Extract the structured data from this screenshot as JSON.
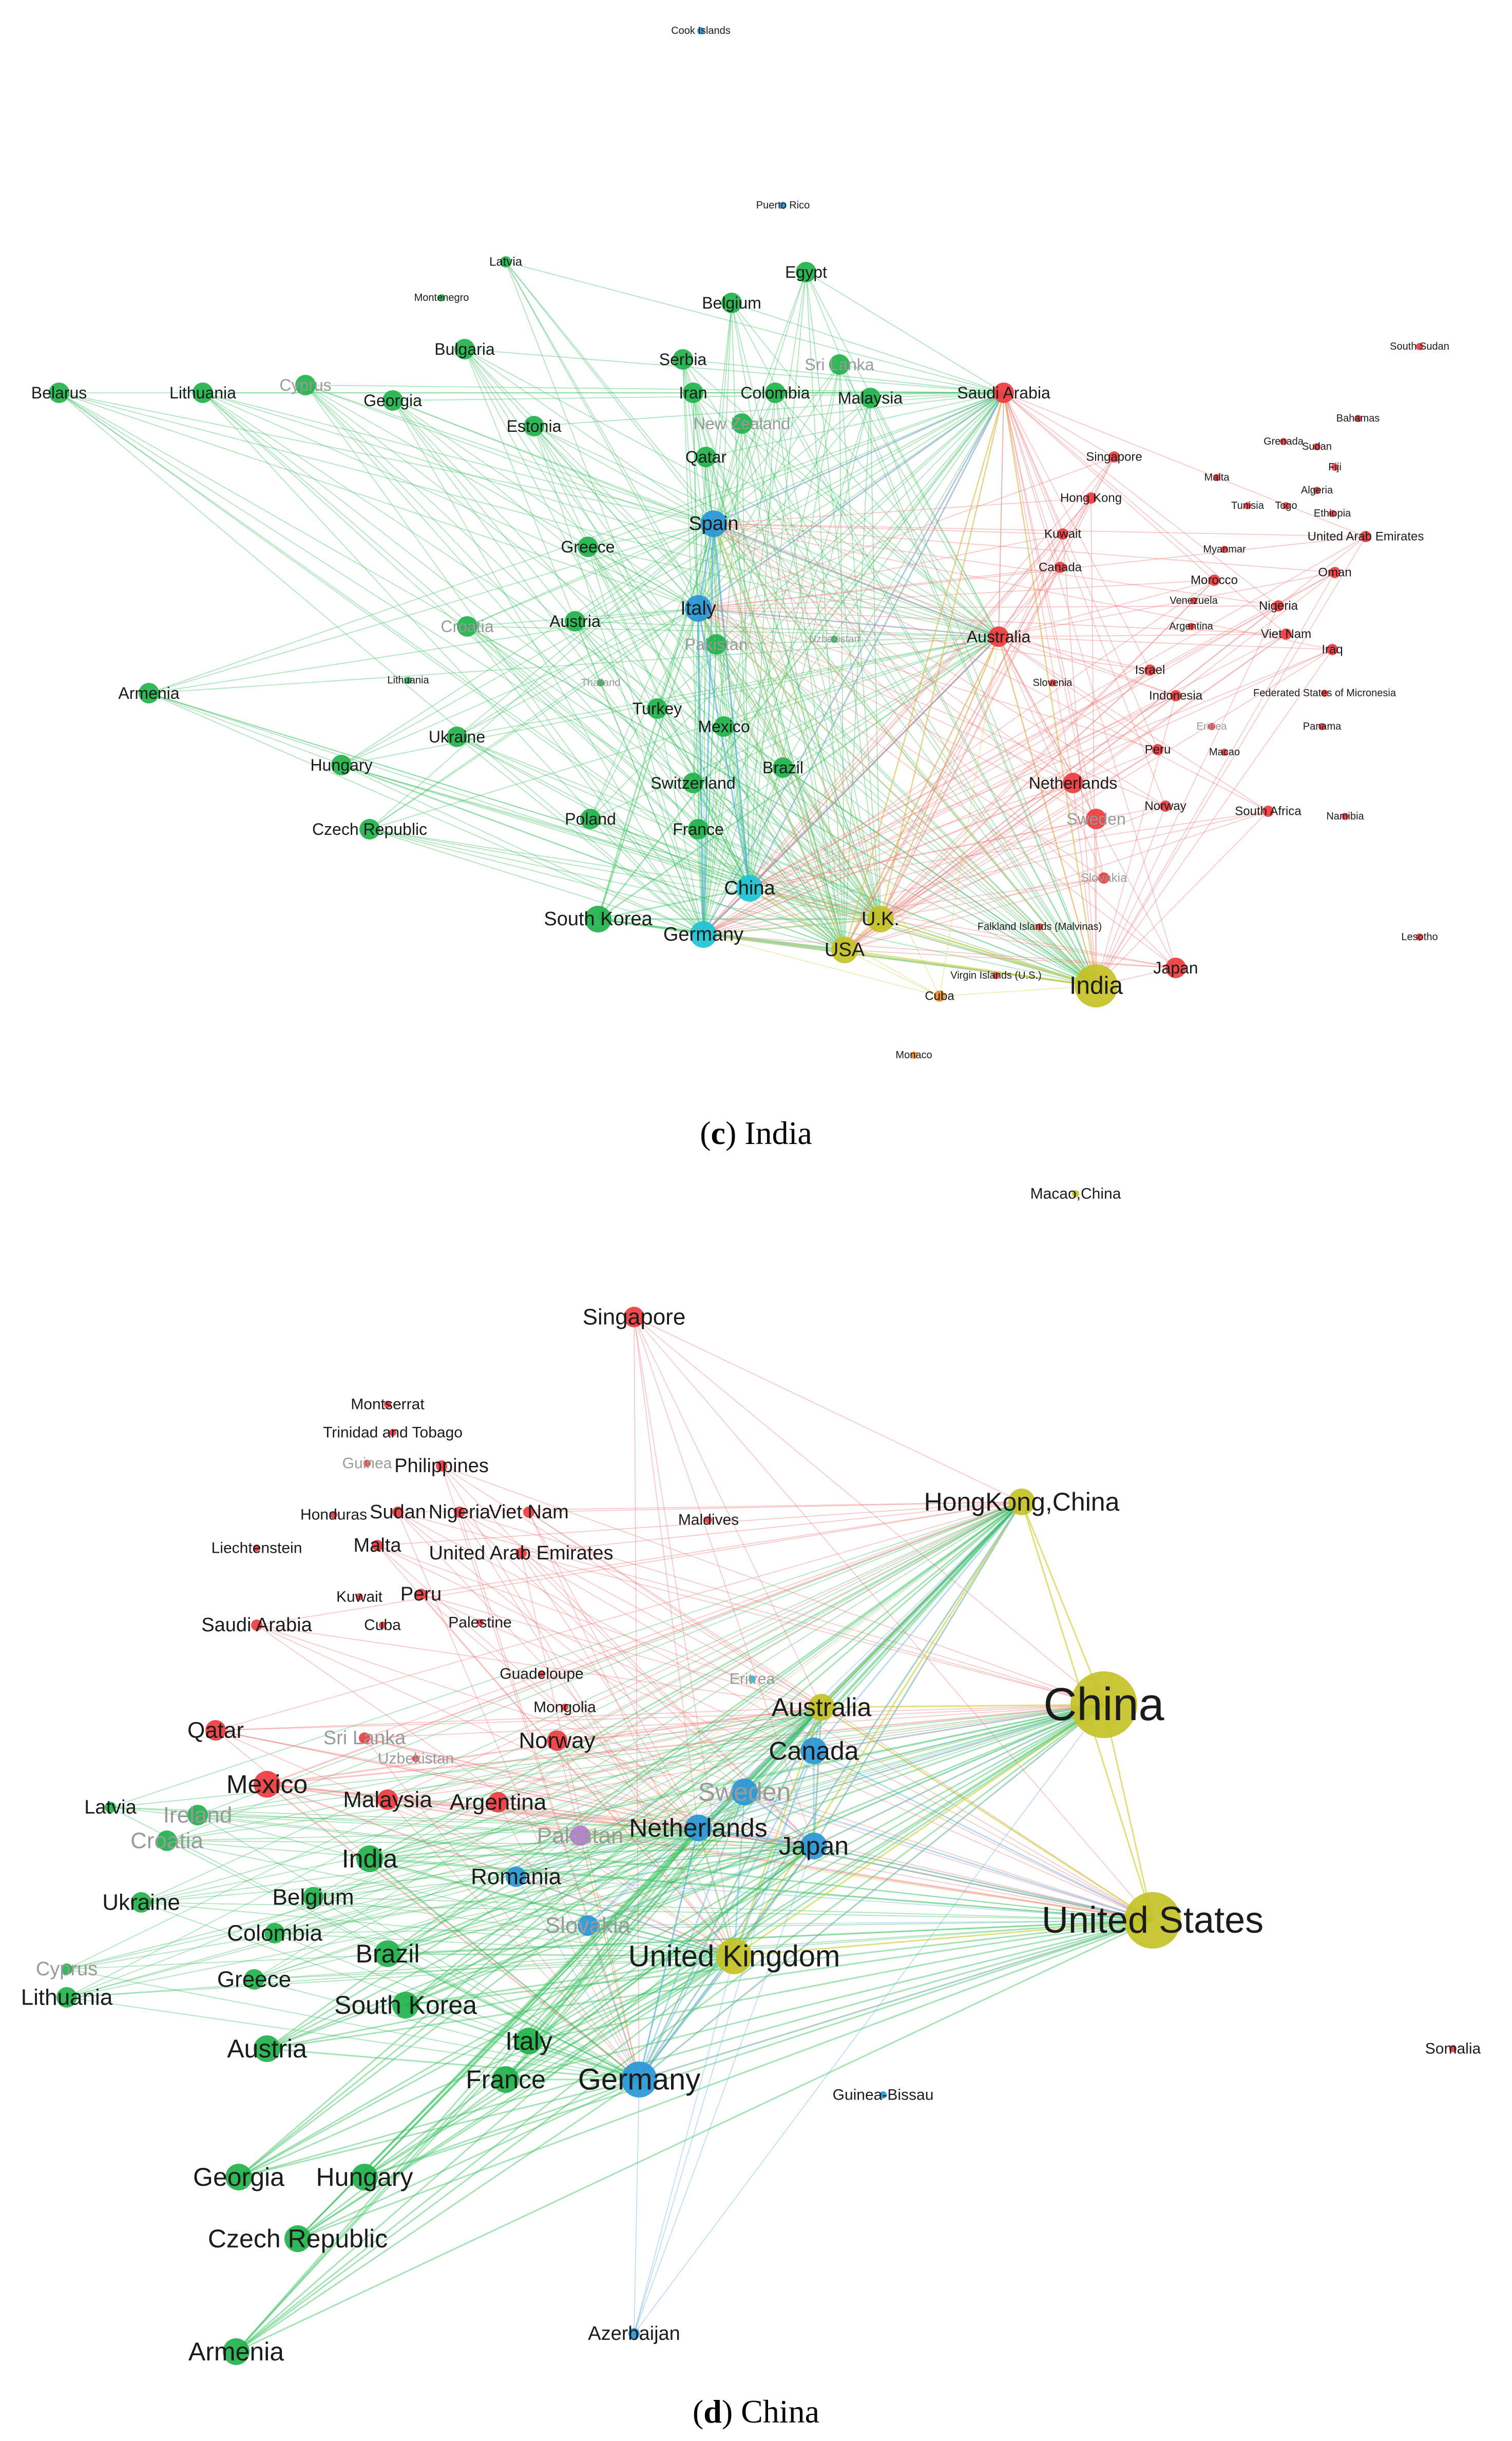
{
  "panels": [
    {
      "id": "india",
      "caption": {
        "letter": "c",
        "title": "India"
      },
      "nodes": [
        [
          "Cook Islands",
          "b",
          1
        ],
        [
          "Puerto Rico",
          "b",
          1
        ],
        [
          "Latvia",
          "g",
          2
        ],
        [
          "Montenegro",
          "g",
          1
        ],
        [
          "Egypt",
          "g",
          3
        ],
        [
          "Belgium",
          "g",
          3
        ],
        [
          "Bulgaria",
          "g",
          3
        ],
        [
          "Serbia",
          "g",
          3
        ],
        [
          "Sri Lanka",
          "g",
          3
        ],
        [
          "Belarus",
          "g",
          3
        ],
        [
          "Lithuania",
          "g",
          3
        ],
        [
          "Cyprus",
          "g",
          3
        ],
        [
          "Georgia",
          "g",
          3
        ],
        [
          "Iran",
          "g",
          3
        ],
        [
          "Colombia",
          "g",
          3
        ],
        [
          "Malaysia",
          "g",
          3
        ],
        [
          "Saudi Arabia",
          "r",
          3
        ],
        [
          "South Sudan",
          "r",
          1
        ],
        [
          "Estonia",
          "g",
          3
        ],
        [
          "New Zealand",
          "g",
          3
        ],
        [
          "Qatar",
          "g",
          3
        ],
        [
          "Spain",
          "b",
          4
        ],
        [
          "Greece",
          "g",
          3
        ],
        [
          "Italy",
          "b",
          4
        ],
        [
          "Croatia",
          "g",
          3
        ],
        [
          "Austria",
          "g",
          3
        ],
        [
          "Pakistan",
          "g",
          3
        ],
        [
          "Uzbekistan",
          "g",
          1
        ],
        [
          "Armenia",
          "g",
          3
        ],
        [
          "Lithuania2",
          "g",
          1
        ],
        [
          "Thailand",
          "g",
          1
        ],
        [
          "Turkey",
          "g",
          3
        ],
        [
          "Mexico",
          "g",
          3
        ],
        [
          "Ukraine",
          "g",
          3
        ],
        [
          "Hungary",
          "g",
          3
        ],
        [
          "Brazil",
          "g",
          3
        ],
        [
          "Switzerland",
          "g",
          3
        ],
        [
          "Czech Republic",
          "g",
          3
        ],
        [
          "Poland",
          "g",
          3
        ],
        [
          "France",
          "g",
          3
        ],
        [
          "China",
          "c",
          4
        ],
        [
          "South Korea",
          "g",
          4
        ],
        [
          "Germany",
          "c",
          4
        ],
        [
          "U.K.",
          "y",
          4
        ],
        [
          "USA",
          "y",
          4
        ],
        [
          "India",
          "y",
          6
        ],
        [
          "Cuba",
          "o",
          2
        ],
        [
          "Monaco",
          "o",
          1
        ],
        [
          "Singapore",
          "r",
          2
        ],
        [
          "Hong Kong",
          "r",
          2
        ],
        [
          "Kuwait",
          "r",
          2
        ],
        [
          "Canada",
          "r",
          2
        ],
        [
          "Australia",
          "r",
          3
        ],
        [
          "Slovenia",
          "r",
          1
        ],
        [
          "Israel",
          "r",
          2
        ],
        [
          "Indonesia",
          "r",
          2
        ],
        [
          "Federated States of Micronesia",
          "r",
          1
        ],
        [
          "Panama",
          "r",
          1
        ],
        [
          "Netherlands",
          "r",
          3
        ],
        [
          "Norway",
          "r",
          2
        ],
        [
          "Sweden",
          "r",
          3
        ],
        [
          "South Africa",
          "r",
          2
        ],
        [
          "Namibia",
          "r",
          1
        ],
        [
          "Slovakia",
          "r",
          2
        ],
        [
          "Japan",
          "r",
          3
        ],
        [
          "Lesotho",
          "r",
          1
        ],
        [
          "Peru",
          "r",
          2
        ],
        [
          "Oman",
          "r",
          2
        ],
        [
          "United Arab Emirates",
          "r",
          2
        ],
        [
          "Viet Nam",
          "r",
          2
        ],
        [
          "Iraq",
          "r",
          2
        ],
        [
          "Nigeria",
          "r",
          2
        ],
        [
          "Morocco",
          "r",
          2
        ],
        [
          "Myanmar",
          "r",
          1
        ],
        [
          "Tunisia",
          "r",
          1
        ],
        [
          "Togo",
          "r",
          1
        ],
        [
          "Algeria",
          "r",
          1
        ],
        [
          "Ethiopia",
          "r",
          1
        ],
        [
          "Grenada",
          "r",
          1
        ],
        [
          "Sudan",
          "r",
          1
        ],
        [
          "Fiji",
          "r",
          1
        ],
        [
          "Bahamas",
          "r",
          1
        ],
        [
          "Malta",
          "r",
          1
        ],
        [
          "Venezuela",
          "r",
          1
        ],
        [
          "Argentina",
          "r",
          1
        ],
        [
          "Eritrea",
          "r",
          1
        ],
        [
          "Macao",
          "r",
          1
        ],
        [
          "Falkland Islands (Malvinas)",
          "r",
          1
        ],
        [
          "Virgin Islands (U.S.)",
          "r",
          1
        ]
      ]
    },
    {
      "id": "china",
      "caption": {
        "letter": "d",
        "title": "China"
      },
      "nodes": [
        [
          "Macao,China",
          "y",
          1
        ],
        [
          "Singapore",
          "r",
          3
        ],
        [
          "Montserrat",
          "r",
          1
        ],
        [
          "Trinidad and Tobago",
          "r",
          1
        ],
        [
          "Guinea",
          "r",
          1
        ],
        [
          "Philippines",
          "r",
          2
        ],
        [
          "Honduras",
          "r",
          1
        ],
        [
          "Sudan",
          "r",
          2
        ],
        [
          "Nigeria",
          "r",
          2
        ],
        [
          "Viet Nam",
          "r",
          2
        ],
        [
          "Maldives",
          "r",
          1
        ],
        [
          "Liechtenstein",
          "r",
          1
        ],
        [
          "Malta",
          "r",
          2
        ],
        [
          "United Arab Emirates",
          "r",
          2
        ],
        [
          "Kuwait",
          "r",
          1
        ],
        [
          "Peru",
          "r",
          2
        ],
        [
          "Cuba",
          "r",
          1
        ],
        [
          "Palestine",
          "r",
          1
        ],
        [
          "Saudi Arabia",
          "r",
          2
        ],
        [
          "HongKong,China",
          "y",
          4
        ],
        [
          "China",
          "y",
          8
        ],
        [
          "United States",
          "y",
          7
        ],
        [
          "Somalia",
          "r",
          1
        ],
        [
          "Guadeloupe",
          "r",
          1
        ],
        [
          "Mongolia",
          "r",
          1
        ],
        [
          "Eritrea",
          "c",
          1
        ],
        [
          "Australia",
          "y",
          4
        ],
        [
          "Qatar",
          "r",
          3
        ],
        [
          "Sri Lanka",
          "r",
          2
        ],
        [
          "Uzbekistan",
          "r",
          1
        ],
        [
          "Norway",
          "r",
          3
        ],
        [
          "Canada",
          "b",
          4
        ],
        [
          "Mexico",
          "r",
          4
        ],
        [
          "Malaysia",
          "r",
          3
        ],
        [
          "Argentina",
          "r",
          3
        ],
        [
          "Sweden",
          "b",
          4
        ],
        [
          "Netherlands",
          "b",
          4
        ],
        [
          "Japan",
          "b",
          4
        ],
        [
          "Pakistan",
          "p",
          3
        ],
        [
          "Romania",
          "b",
          3
        ],
        [
          "Latvia",
          "g",
          2
        ],
        [
          "Ireland",
          "g",
          3
        ],
        [
          "Croatia",
          "g",
          3
        ],
        [
          "India",
          "g",
          4
        ],
        [
          "Belgium",
          "g",
          3
        ],
        [
          "Ukraine",
          "g",
          3
        ],
        [
          "Colombia",
          "g",
          3
        ],
        [
          "Slovakia",
          "b",
          3
        ],
        [
          "United Kingdom",
          "y",
          5
        ],
        [
          "Cyprus",
          "g",
          2
        ],
        [
          "Brazil",
          "g",
          4
        ],
        [
          "Greece",
          "g",
          3
        ],
        [
          "Lithuania",
          "g",
          3
        ],
        [
          "South Korea",
          "g",
          4
        ],
        [
          "Italy",
          "g",
          4
        ],
        [
          "Austria",
          "g",
          4
        ],
        [
          "France",
          "g",
          4
        ],
        [
          "Germany",
          "b",
          5
        ],
        [
          "Guinea-Bissau",
          "b",
          1
        ],
        [
          "Georgia",
          "g",
          4
        ],
        [
          "Hungary",
          "g",
          4
        ],
        [
          "Czech Republic",
          "g",
          4
        ],
        [
          "Azerbaijan",
          "b",
          2
        ],
        [
          "Armenia",
          "g",
          4
        ]
      ]
    }
  ],
  "colors": {
    "g": "#21b24b",
    "r": "#ee3b3e",
    "b": "#2a96d6",
    "c": "#1cc4d6",
    "y": "#c4c126",
    "o": "#ef8a2b",
    "p": "#b77bd6",
    "edge_green": "#38c060",
    "edge_red": "#f17b7b",
    "edge_yellow": "#d5d24a",
    "edge_blue": "#5ab2e2"
  }
}
